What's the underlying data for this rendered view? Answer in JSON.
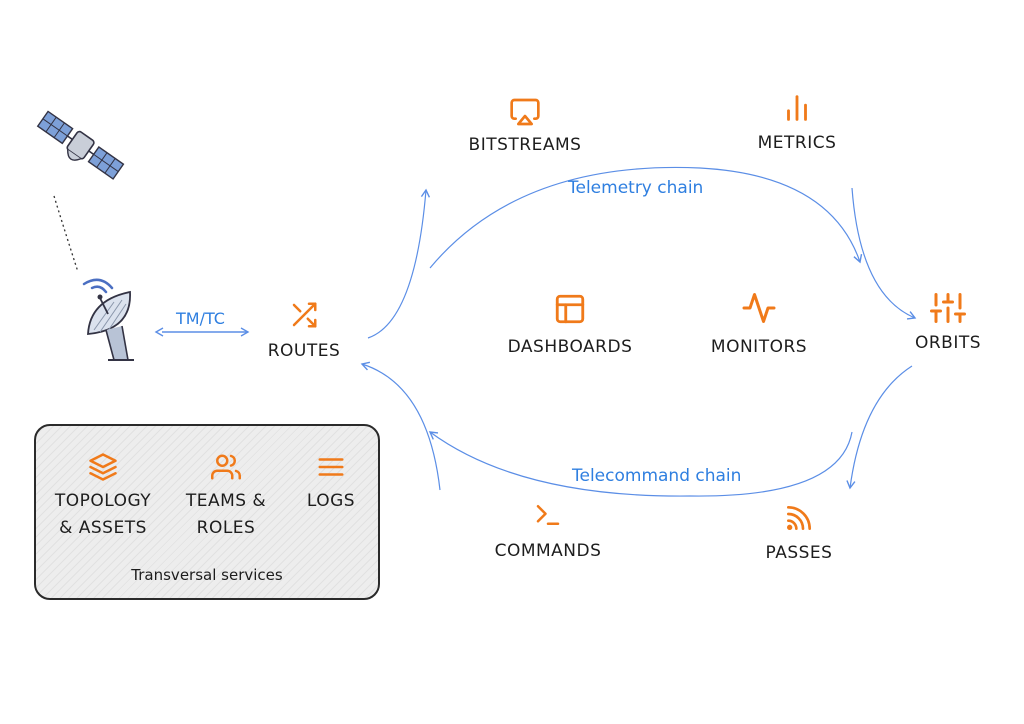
{
  "colors": {
    "accent": "#f07a1a",
    "link": "#5b8ee6",
    "link_text": "#2f7fe0",
    "text": "#1d1d1d"
  },
  "icons": {
    "satellite": "satellite-icon",
    "antenna": "ground-antenna-icon",
    "routes": "shuffle-icon",
    "bitstreams": "airplay-icon",
    "metrics": "bar-chart-icon",
    "dashboards": "layout-icon",
    "monitors": "activity-icon",
    "orbits": "sliders-icon",
    "commands": "terminal-icon",
    "passes": "signal-waves-icon",
    "topology": "layers-icon",
    "teams": "users-icon",
    "logs": "menu-lines-icon"
  },
  "link_tmtc": "TM/TC",
  "telemetry_chain": "Telemetry chain",
  "telecommand_chain": "Telecommand chain",
  "nodes": {
    "routes": "ROUTES",
    "bitstreams": "BITSTREAMS",
    "metrics": "METRICS",
    "dashboards": "DASHBOARDS",
    "monitors": "MONITORS",
    "orbits": "ORBITS",
    "commands": "COMMANDS",
    "passes": "PASSES"
  },
  "services": {
    "caption": "Transversal services",
    "topology": [
      "TOPOLOGY",
      "& ASSETS"
    ],
    "teams": [
      "TEAMS &",
      "ROLES"
    ],
    "logs": "LOGS"
  }
}
